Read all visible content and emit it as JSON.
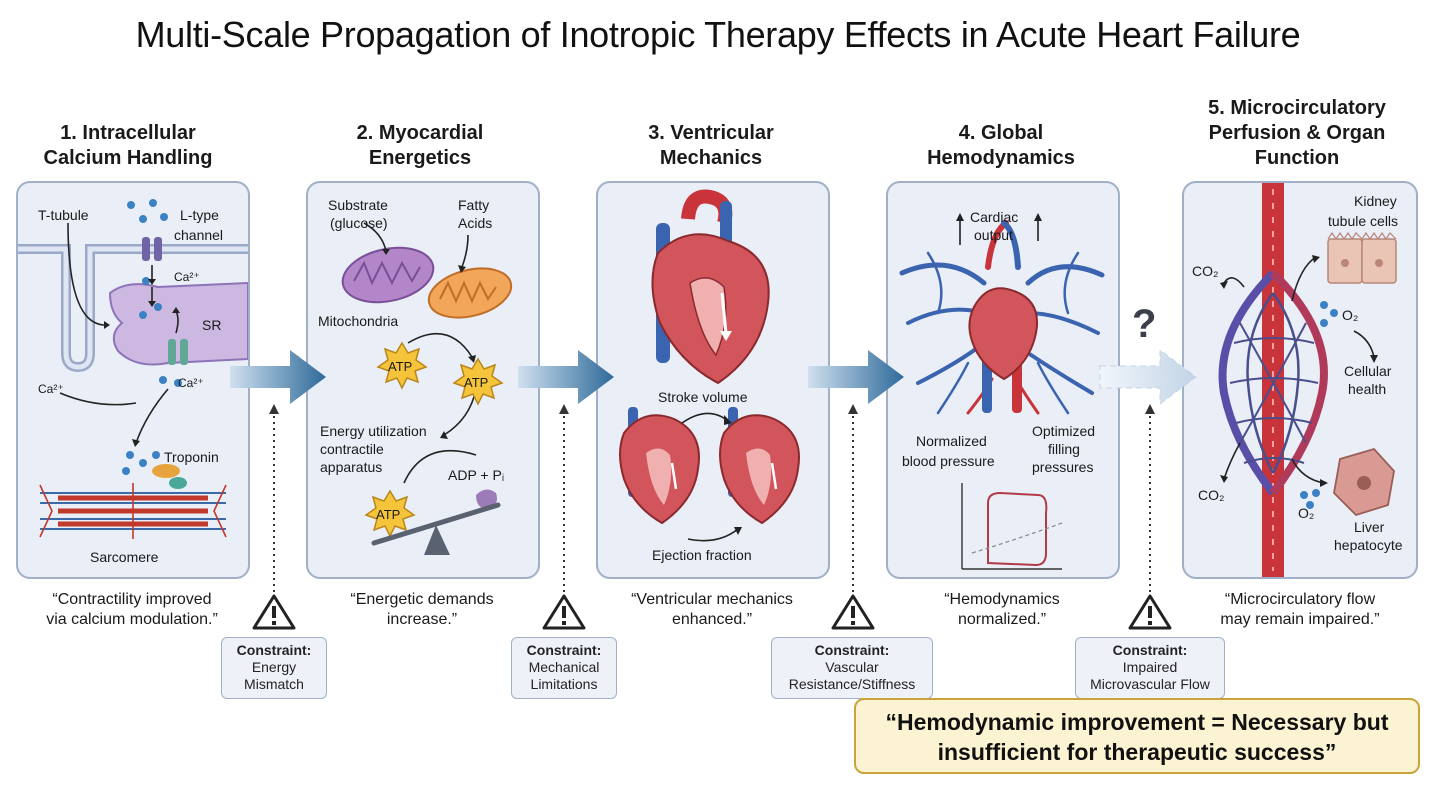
{
  "title": "Multi-Scale Propagation of Inotropic Therapy Effects in Acute Heart Failure",
  "stages": [
    {
      "heading": [
        "1. Intracellular",
        "Calcium Handling"
      ],
      "labels": {
        "t_tubule": "T-tubule",
        "l_type": "L-type",
        "channel": "channel",
        "ca1": "Ca²⁺",
        "sr": "SR",
        "ca2": "Ca²⁺",
        "ca3": "Ca²⁺",
        "troponin": "Troponin",
        "sarcomere": "Sarcomere"
      },
      "quote": [
        "“Contractility improved",
        "via calcium modulation.”"
      ],
      "constraint": {
        "title": "Constraint:",
        "text": [
          "Energy",
          "Mismatch"
        ]
      }
    },
    {
      "heading": [
        "2. Myocardial",
        "Energetics"
      ],
      "labels": {
        "substrate": "Substrate",
        "glucose": "(glucose)",
        "fatty": "Fatty",
        "acids": "Acids",
        "mito": "Mitochondria",
        "atp": "ATP",
        "energy1": "Energy utilization",
        "energy2": "contractile",
        "energy3": "apparatus",
        "adp": "ADP + Pᵢ"
      },
      "quote": [
        "“Energetic demands",
        "increase.”"
      ],
      "constraint": {
        "title": "Constraint:",
        "text": [
          "Mechanical",
          "Limitations"
        ]
      }
    },
    {
      "heading": [
        "3. Ventricular",
        "Mechanics"
      ],
      "labels": {
        "stroke": "Stroke volume",
        "ejection": "Ejection fraction"
      },
      "quote": [
        "“Ventricular mechanics",
        "enhanced.”"
      ],
      "constraint": {
        "title": "Constraint:",
        "text": [
          "Vascular",
          "Resistance/Stiffness"
        ]
      }
    },
    {
      "heading": [
        "4. Global",
        "Hemodynamics"
      ],
      "labels": {
        "cardiac1": "Cardiac",
        "cardiac2": "output",
        "normal1": "Normalized",
        "normal2": "blood pressure",
        "opt1": "Optimized",
        "opt2": "filling",
        "opt3": "pressures"
      },
      "quote": [
        "“Hemodynamics",
        "normalized.”"
      ],
      "constraint": {
        "title": "Constraint:",
        "text": [
          "Impaired",
          "Microvascular Flow"
        ]
      }
    },
    {
      "heading": [
        "5. Microcirculatory",
        "Perfusion & Organ",
        "Function"
      ],
      "labels": {
        "kidney1": "Kidney",
        "kidney2": "tubule cells",
        "co2a": "CO₂",
        "o2a": "O₂",
        "cell1": "Cellular",
        "cell2": "health",
        "co2b": "CO₂",
        "o2b": "O₂",
        "liver1": "Liver",
        "liver2": "hepatocyte",
        "question": "?"
      },
      "quote": [
        "“Microcirculatory flow",
        "may remain impaired.”"
      ]
    }
  ],
  "conclusion": [
    "“Hemodynamic improvement = Necessary but",
    "insufficient for therapeutic success”"
  ],
  "colors": {
    "panel_bg": "#e9eef7",
    "panel_border": "#9fb0c7",
    "arrow_blue": "#2f6a9a",
    "artery_red": "#c8343a",
    "vein_blue": "#3a64b0",
    "conclusion_bg": "#fbf3d1",
    "atp_yellow": "#f6c43a"
  },
  "icons": [
    "warning-triangle-icon",
    "mitochondria-icon",
    "atp-star-icon",
    "heart-icon",
    "vessel-network-icon",
    "kidney-cell-icon",
    "liver-cell-icon",
    "question-mark-icon"
  ]
}
